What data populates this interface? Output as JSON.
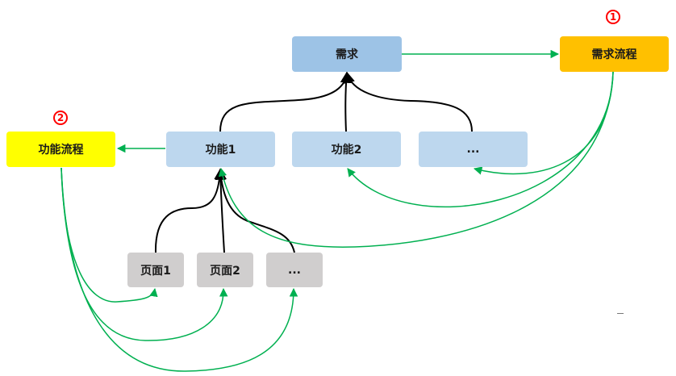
{
  "nodes": {
    "requirement": "需求",
    "requirement_flow": "需求流程",
    "feature_flow": "功能流程",
    "feature_1": "功能1",
    "feature_2": "功能2",
    "feature_more": "...",
    "page_1": "页面1",
    "page_2": "页面2",
    "page_more": "..."
  },
  "markers": {
    "one": "1",
    "two": "2"
  },
  "colors": {
    "hierarchy_line": "#000000",
    "flow_line": "#00b050",
    "marker": "#ff0000",
    "requirement_fill": "#9dc3e6",
    "feature_fill": "#bdd7ee",
    "page_fill": "#d0cece",
    "requirement_flow_fill": "#ffc000",
    "feature_flow_fill": "#ffff00"
  }
}
